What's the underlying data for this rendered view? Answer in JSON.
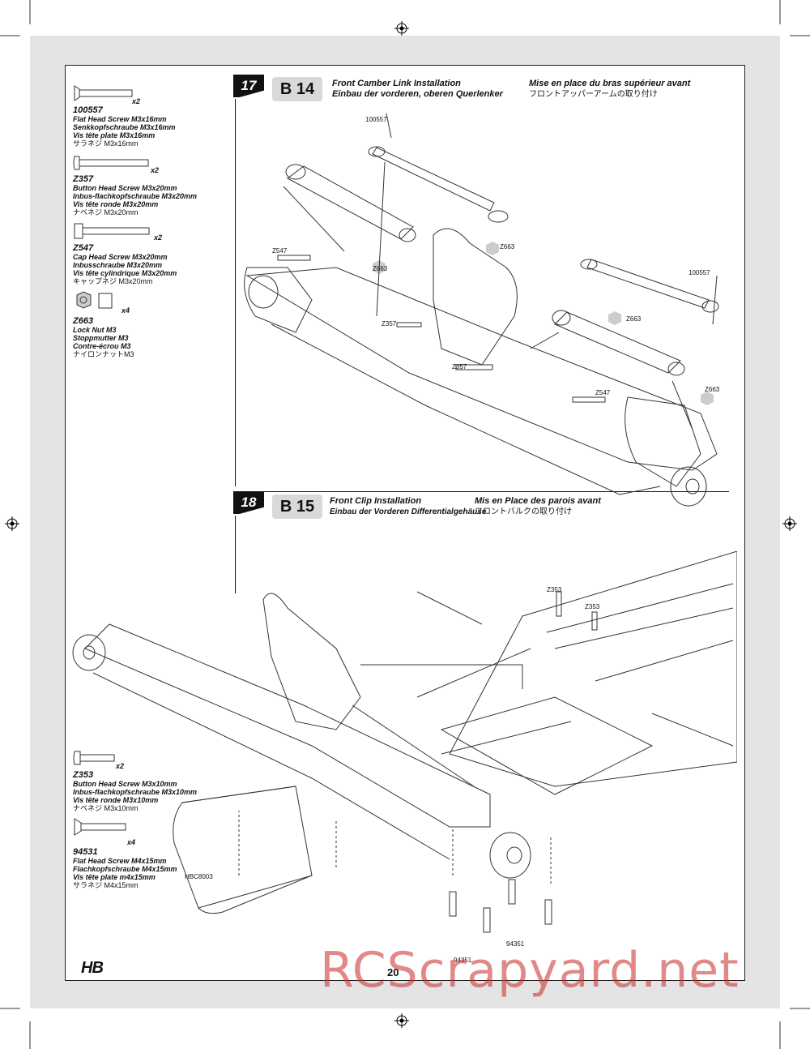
{
  "page_number": "20",
  "brand": "HB",
  "watermark": "RCScrapyard.net",
  "step17": {
    "number": "17",
    "code": "B 14",
    "title_en": "Front Camber Link Installation",
    "title_de": "Einbau der vorderen, oberen Querlenker",
    "title_fr": "Mise en place du bras supérieur avant",
    "title_jp": "フロントアッパーアームの取り付け"
  },
  "step18": {
    "number": "18",
    "code": "B 15",
    "title_en": "Front Clip Installation",
    "title_de": "Einbau der Vorderen Differentialgehäuse",
    "title_fr": "Mis en Place des parois avant",
    "title_jp": "フロントバルクの取り付け"
  },
  "parts_step17": [
    {
      "pn": "100557",
      "qty": "x2",
      "en": "Flat Head Screw M3x16mm",
      "de": "Senkkopfschraube M3x16mm",
      "fr": "Vis tête plate M3x16mm",
      "jp": "サラネジ M3x16mm"
    },
    {
      "pn": "Z357",
      "qty": "x2",
      "en": "Button Head Screw M3x20mm",
      "de": "Inbus-flachkopfschraube M3x20mm",
      "fr": "Vis tête ronde M3x20mm",
      "jp": "ナベネジ M3x20mm"
    },
    {
      "pn": "Z547",
      "qty": "x2",
      "en": "Cap Head Screw M3x20mm",
      "de": "Inbusschraube M3x20mm",
      "fr": "Vis tête cylindrique M3x20mm",
      "jp": "キャップネジ M3x20mm"
    },
    {
      "pn": "Z663",
      "qty": "x4",
      "en": "Lock Nut M3",
      "de": "Stoppmutter M3",
      "fr": "Contre-écrou M3",
      "jp": "ナイロンナットM3"
    }
  ],
  "parts_step18": [
    {
      "pn": "Z353",
      "qty": "x2",
      "en": "Button Head Screw M3x10mm",
      "de": "Inbus-flachkopfschraube M3x10mm",
      "fr": "Vis tête ronde M3x10mm",
      "jp": "ナベネジ M3x10mm"
    },
    {
      "pn": "94531",
      "qty": "x4",
      "en": "Flat Head Screw M4x15mm",
      "de": "Flachkopfschraube M4x15mm",
      "fr": "Vis tête plate m4x15mm",
      "jp": "サラネジ M4x15mm"
    }
  ],
  "callouts17": [
    "100557",
    "Z663",
    "Z547",
    "Z663",
    "100557",
    "Z357",
    "Z663",
    "Z357",
    "Z547",
    "Z663"
  ],
  "callouts18": [
    "Z353",
    "Z353",
    "HBC8003",
    "94351",
    "94351"
  ]
}
